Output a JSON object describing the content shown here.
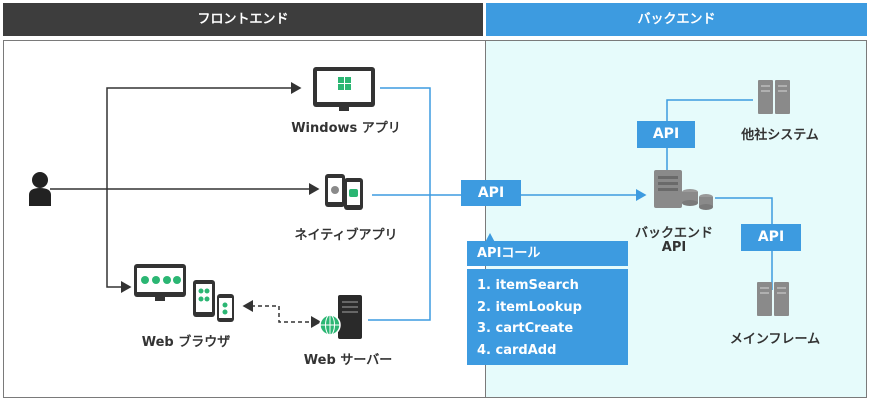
{
  "header": {
    "frontend": "フロントエンド",
    "backend": "バックエンド"
  },
  "nodes": {
    "windows_app": "Windows アプリ",
    "native_app": "ネイティブアプリ",
    "web_browser": "Web ブラウザ",
    "web_server": "Web サーバー",
    "backend_api_line1": "バックエンド",
    "backend_api_line2": "API",
    "other_system": "他社システム",
    "mainframe": "メインフレーム"
  },
  "api_badges": {
    "main": "API",
    "other": "API",
    "mainframe": "API"
  },
  "api_callout": {
    "title": "APIコール",
    "calls": [
      "1. itemSearch",
      "2. itemLookup",
      "3. cartCreate",
      "4. cardAdd"
    ]
  },
  "colors": {
    "accent": "#3d9be0",
    "dark": "#3d3d3d",
    "backend_bg": "#e6fbfb",
    "icon_gray": "#8a8a8a",
    "icon_green": "#2bb673"
  },
  "icons": [
    "user-icon",
    "windows-monitor-icon",
    "mobile-devices-icon",
    "browser-devices-icon",
    "web-server-icon",
    "server-database-icon",
    "server-icon"
  ]
}
